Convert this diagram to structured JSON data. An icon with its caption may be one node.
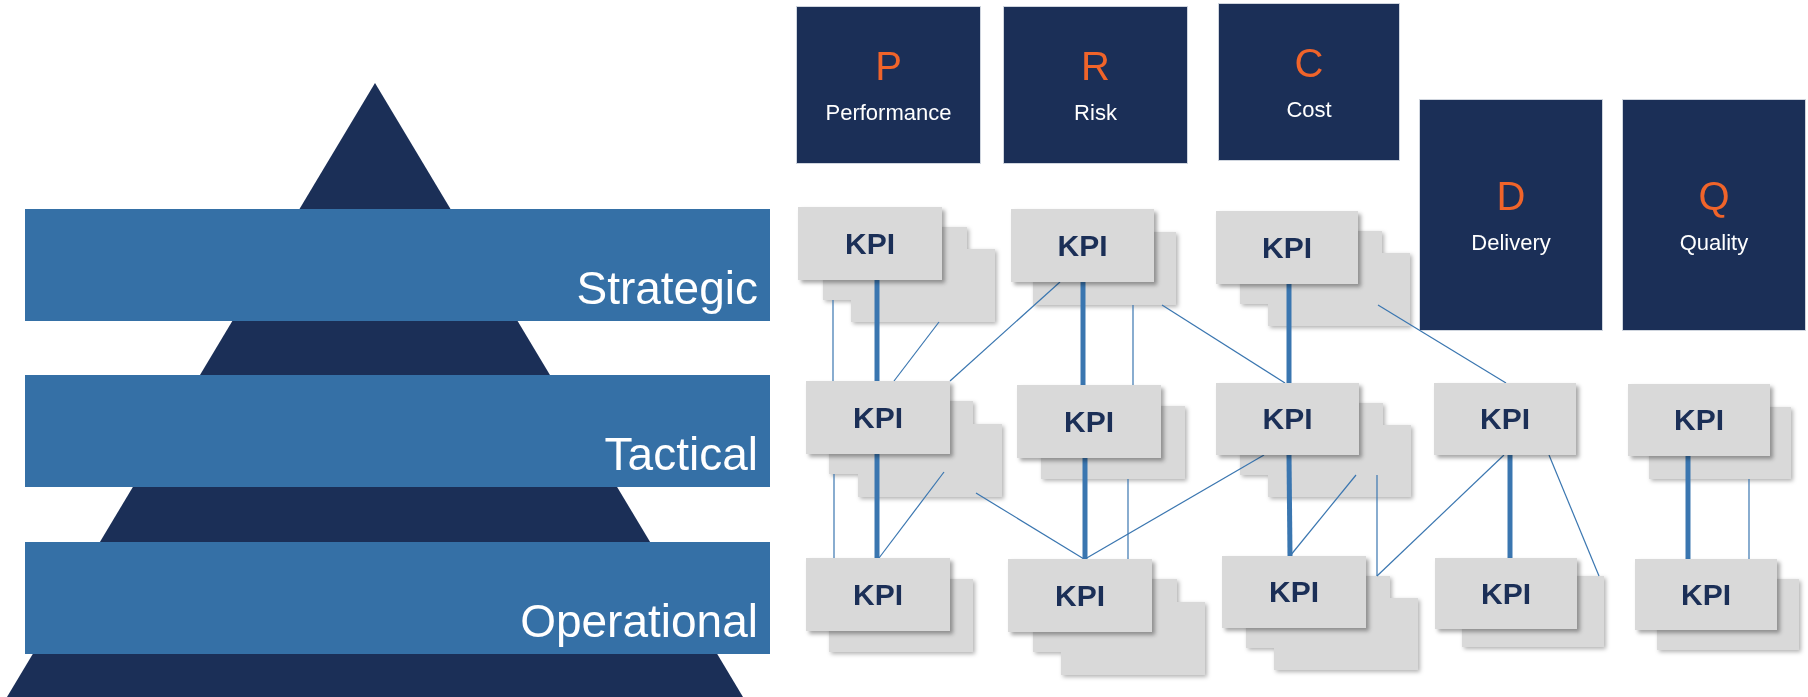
{
  "diagram": {
    "nodes": [
      {
        "text": [
          "P",
          "Performance"
        ]
      },
      {
        "text": [
          "R",
          "Risk"
        ]
      },
      {
        "text": [
          "C",
          "Cost"
        ]
      },
      {
        "text": [
          "D",
          "Delivery"
        ]
      },
      {
        "text": [
          "Q",
          "Quality"
        ]
      },
      {
        "text": [
          "Strategic"
        ]
      },
      {
        "text": [
          "Tactical"
        ]
      },
      {
        "text": [
          "Operational"
        ]
      },
      {
        "text": [
          "KPI"
        ]
      },
      {
        "text": [
          "KPI"
        ]
      },
      {
        "text": [
          "KPI"
        ]
      },
      {
        "text": [
          "KPI"
        ]
      },
      {
        "text": [
          "KPI"
        ]
      },
      {
        "text": [
          "KPI"
        ]
      },
      {
        "text": [
          "KPI"
        ]
      },
      {
        "text": [
          "KPI"
        ]
      },
      {
        "text": [
          "KPI"
        ]
      },
      {
        "text": [
          "KPI"
        ]
      },
      {
        "text": [
          "KPI"
        ]
      },
      {
        "text": [
          "KPI"
        ]
      },
      {
        "text": [
          "KPI"
        ]
      }
    ],
    "edges": [
      {
        "from": 8,
        "to": 11,
        "arrow": "none",
        "style": "thick"
      },
      {
        "from": 8,
        "to": 11,
        "arrow": "none"
      },
      {
        "from": 8,
        "to": 11,
        "arrow": "none"
      },
      {
        "from": 9,
        "to": 11,
        "arrow": "none"
      },
      {
        "from": 9,
        "to": 12,
        "arrow": "none",
        "style": "thick"
      },
      {
        "from": 9,
        "to": 12,
        "arrow": "none"
      },
      {
        "from": 9,
        "to": 13,
        "arrow": "none"
      },
      {
        "from": 10,
        "to": 13,
        "arrow": "none",
        "style": "thick"
      },
      {
        "from": 10,
        "to": 14,
        "arrow": "none"
      },
      {
        "from": 11,
        "to": 16,
        "arrow": "none",
        "style": "thick"
      },
      {
        "from": 11,
        "to": 16,
        "arrow": "none"
      },
      {
        "from": 11,
        "to": 16,
        "arrow": "none"
      },
      {
        "from": 11,
        "to": 17,
        "arrow": "none"
      },
      {
        "from": 12,
        "to": 17,
        "arrow": "none",
        "style": "thick"
      },
      {
        "from": 13,
        "to": 17,
        "arrow": "none"
      },
      {
        "from": 12,
        "to": 17,
        "arrow": "none"
      },
      {
        "from": 13,
        "to": 18,
        "arrow": "none",
        "style": "thick"
      },
      {
        "from": 13,
        "to": 18,
        "arrow": "none"
      },
      {
        "from": 13,
        "to": 18,
        "arrow": "none"
      },
      {
        "from": 14,
        "to": 18,
        "arrow": "none"
      },
      {
        "from": 14,
        "to": 19,
        "arrow": "none",
        "style": "thick"
      },
      {
        "from": 14,
        "to": 19,
        "arrow": "none"
      },
      {
        "from": 15,
        "to": 20,
        "arrow": "none",
        "style": "thick"
      },
      {
        "from": 15,
        "to": 20,
        "arrow": "none"
      }
    ]
  }
}
